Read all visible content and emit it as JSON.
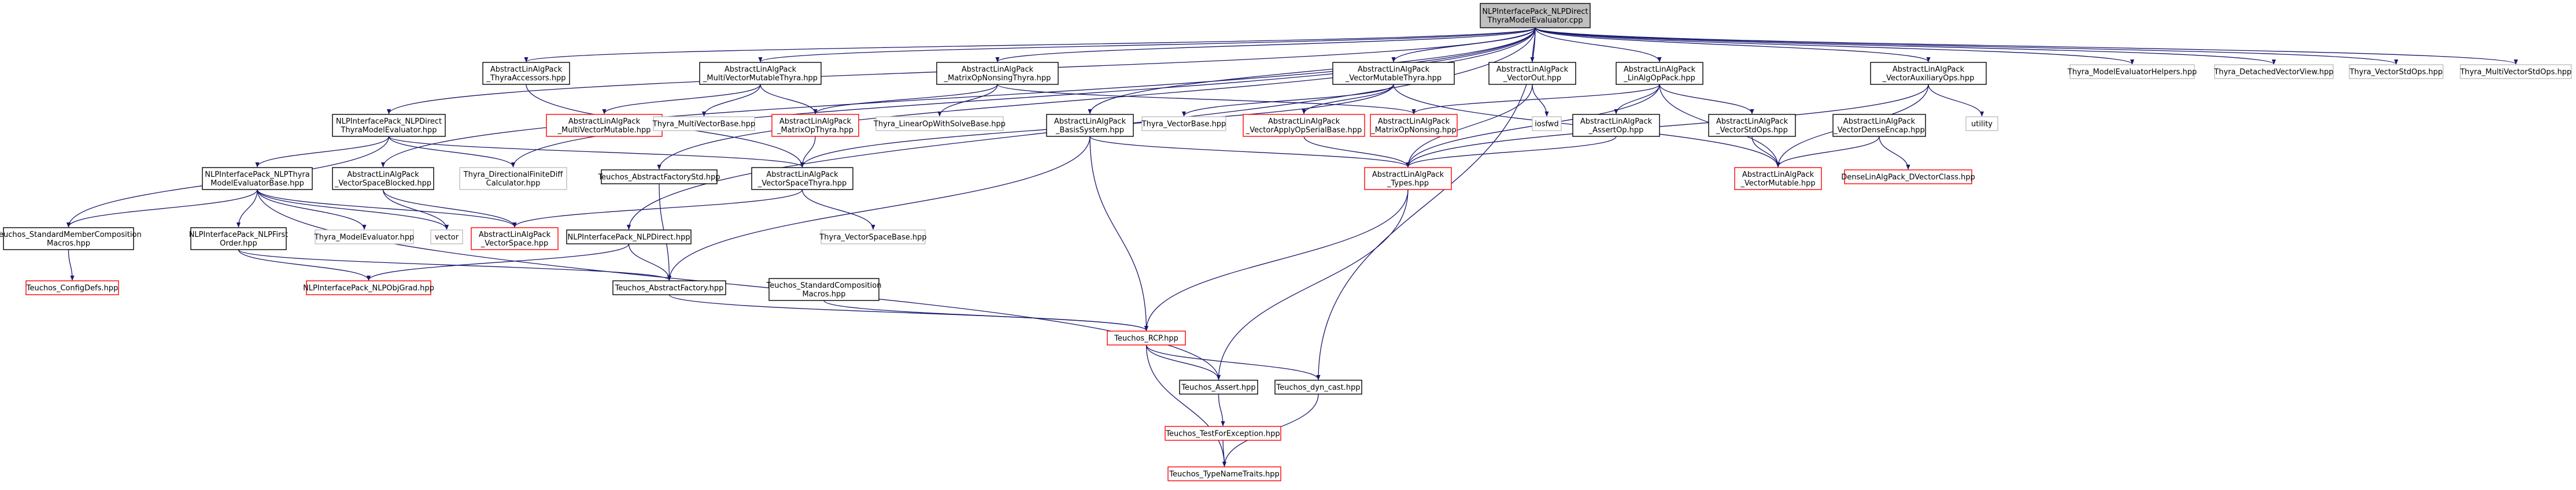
{
  "colors": {
    "edge": "#191970",
    "root_fill": "#bfbfbf",
    "border_black": "#000000",
    "border_grey": "#bfbfbf",
    "border_red": "#ff0000",
    "text": "#000000"
  },
  "nodes": [
    {
      "id": "root",
      "lines": [
        "NLPInterfacePack_NLPDirect",
        "ThyraModelEvaluator.cpp"
      ],
      "style": "root"
    },
    {
      "id": "thyraAccessors",
      "lines": [
        "AbstractLinAlgPack",
        "_ThyraAccessors.hpp"
      ],
      "style": "black"
    },
    {
      "id": "mvmThyra",
      "lines": [
        "AbstractLinAlgPack",
        "_MultiVectorMutableThyra.hpp"
      ],
      "style": "black"
    },
    {
      "id": "mopThyra",
      "lines": [
        "AbstractLinAlgPack",
        "_MatrixOpNonsingThyra.hpp"
      ],
      "style": "black"
    },
    {
      "id": "vmThyra",
      "lines": [
        "AbstractLinAlgPack",
        "_VectorMutableThyra.hpp"
      ],
      "style": "black"
    },
    {
      "id": "vectorOut",
      "lines": [
        "AbstractLinAlgPack",
        "_VectorOut.hpp"
      ],
      "style": "black"
    },
    {
      "id": "linAlgOpPack",
      "lines": [
        "AbstractLinAlgPack",
        "_LinAlgOpPack.hpp"
      ],
      "style": "black"
    },
    {
      "id": "vecAux",
      "lines": [
        "AbstractLinAlgPack",
        "_VectorAuxiliaryOps.hpp"
      ],
      "style": "black"
    },
    {
      "id": "meHelpers",
      "lines": [
        "Thyra_ModelEvaluatorHelpers.hpp"
      ],
      "style": "grey"
    },
    {
      "id": "detachedView",
      "lines": [
        "Thyra_DetachedVectorView.hpp"
      ],
      "style": "grey"
    },
    {
      "id": "vecStdOps",
      "lines": [
        "Thyra_VectorStdOps.hpp"
      ],
      "style": "grey"
    },
    {
      "id": "mvStdOps",
      "lines": [
        "Thyra_MultiVectorStdOps.hpp"
      ],
      "style": "grey"
    },
    {
      "id": "nlpDirectTME",
      "lines": [
        "NLPInterfacePack_NLPDirect",
        "ThyraModelEvaluator.hpp"
      ],
      "style": "black"
    },
    {
      "id": "mvMutable",
      "lines": [
        "AbstractLinAlgPack",
        "_MultiVectorMutable.hpp"
      ],
      "style": "red"
    },
    {
      "id": "mvBase",
      "lines": [
        "Thyra_MultiVectorBase.hpp"
      ],
      "style": "grey"
    },
    {
      "id": "matOpThyra",
      "lines": [
        "AbstractLinAlgPack",
        "_MatrixOpThyra.hpp"
      ],
      "style": "red"
    },
    {
      "id": "linOpWithSolve",
      "lines": [
        "Thyra_LinearOpWithSolveBase.hpp"
      ],
      "style": "grey"
    },
    {
      "id": "basisSystem",
      "lines": [
        "AbstractLinAlgPack",
        "_BasisSystem.hpp"
      ],
      "style": "black"
    },
    {
      "id": "vecBase",
      "lines": [
        "Thyra_VectorBase.hpp"
      ],
      "style": "grey"
    },
    {
      "id": "vecApplyOp",
      "lines": [
        "AbstractLinAlgPack",
        "_VectorApplyOpSerialBase.hpp"
      ],
      "style": "red"
    },
    {
      "id": "matOpNonsing",
      "lines": [
        "AbstractLinAlgPack",
        "_MatrixOpNonsing.hpp"
      ],
      "style": "red"
    },
    {
      "id": "iosfwd",
      "lines": [
        "iosfwd"
      ],
      "style": "grey"
    },
    {
      "id": "assertOp",
      "lines": [
        "AbstractLinAlgPack",
        "_AssertOp.hpp"
      ],
      "style": "black"
    },
    {
      "id": "vecStdOpsAL",
      "lines": [
        "AbstractLinAlgPack",
        "_VectorStdOps.hpp"
      ],
      "style": "black"
    },
    {
      "id": "vecDenseEncap",
      "lines": [
        "AbstractLinAlgPack",
        "_VectorDenseEncap.hpp"
      ],
      "style": "black"
    },
    {
      "id": "utility",
      "lines": [
        "utility"
      ],
      "style": "grey"
    },
    {
      "id": "nlpThyraMEB",
      "lines": [
        "NLPInterfacePack_NLPThyra",
        "ModelEvaluatorBase.hpp"
      ],
      "style": "black"
    },
    {
      "id": "vsBlocked",
      "lines": [
        "AbstractLinAlgPack",
        "_VectorSpaceBlocked.hpp"
      ],
      "style": "black"
    },
    {
      "id": "dirFiniteDiff",
      "lines": [
        "Thyra_DirectionalFiniteDiff",
        "Calculator.hpp"
      ],
      "style": "grey"
    },
    {
      "id": "absFactStd",
      "lines": [
        "Teuchos_AbstractFactoryStd.hpp"
      ],
      "style": "black"
    },
    {
      "id": "vsThyra",
      "lines": [
        "AbstractLinAlgPack",
        "_VectorSpaceThyra.hpp"
      ],
      "style": "black"
    },
    {
      "id": "alTypes",
      "lines": [
        "AbstractLinAlgPack",
        "_Types.hpp"
      ],
      "style": "red"
    },
    {
      "id": "vectorMutable",
      "lines": [
        "AbstractLinAlgPack",
        "_VectorMutable.hpp"
      ],
      "style": "red"
    },
    {
      "id": "dvClass",
      "lines": [
        "DenseLinAlgPack_DVectorClass.hpp"
      ],
      "style": "red"
    },
    {
      "id": "stdMemberComp",
      "lines": [
        "Teuchos_StandardMemberComposition",
        "Macros.hpp"
      ],
      "style": "black"
    },
    {
      "id": "nlpFirstOrder",
      "lines": [
        "NLPInterfacePack_NLPFirst",
        "Order.hpp"
      ],
      "style": "black"
    },
    {
      "id": "thyraME",
      "lines": [
        "Thyra_ModelEvaluator.hpp"
      ],
      "style": "grey"
    },
    {
      "id": "vector",
      "lines": [
        "vector"
      ],
      "style": "grey"
    },
    {
      "id": "vectorSpace",
      "lines": [
        "AbstractLinAlgPack",
        "_VectorSpace.hpp"
      ],
      "style": "red"
    },
    {
      "id": "nlpDirect",
      "lines": [
        "NLPInterfacePack_NLPDirect.hpp"
      ],
      "style": "black"
    },
    {
      "id": "vsBase",
      "lines": [
        "Thyra_VectorSpaceBase.hpp"
      ],
      "style": "grey"
    },
    {
      "id": "configDefs",
      "lines": [
        "Teuchos_ConfigDefs.hpp"
      ],
      "style": "red"
    },
    {
      "id": "nlpObjGrad",
      "lines": [
        "NLPInterfacePack_NLPObjGrad.hpp"
      ],
      "style": "red"
    },
    {
      "id": "absFactory",
      "lines": [
        "Teuchos_AbstractFactory.hpp"
      ],
      "style": "black"
    },
    {
      "id": "stdComp",
      "lines": [
        "Teuchos_StandardComposition",
        "Macros.hpp"
      ],
      "style": "black"
    },
    {
      "id": "rcp",
      "lines": [
        "Teuchos_RCP.hpp"
      ],
      "style": "red"
    },
    {
      "id": "assert",
      "lines": [
        "Teuchos_Assert.hpp"
      ],
      "style": "black"
    },
    {
      "id": "dynCast",
      "lines": [
        "Teuchos_dyn_cast.hpp"
      ],
      "style": "black"
    },
    {
      "id": "testForExc",
      "lines": [
        "Teuchos_TestForException.hpp"
      ],
      "style": "red"
    },
    {
      "id": "typeNameTraits",
      "lines": [
        "Teuchos_TypeNameTraits.hpp"
      ],
      "style": "red"
    }
  ]
}
